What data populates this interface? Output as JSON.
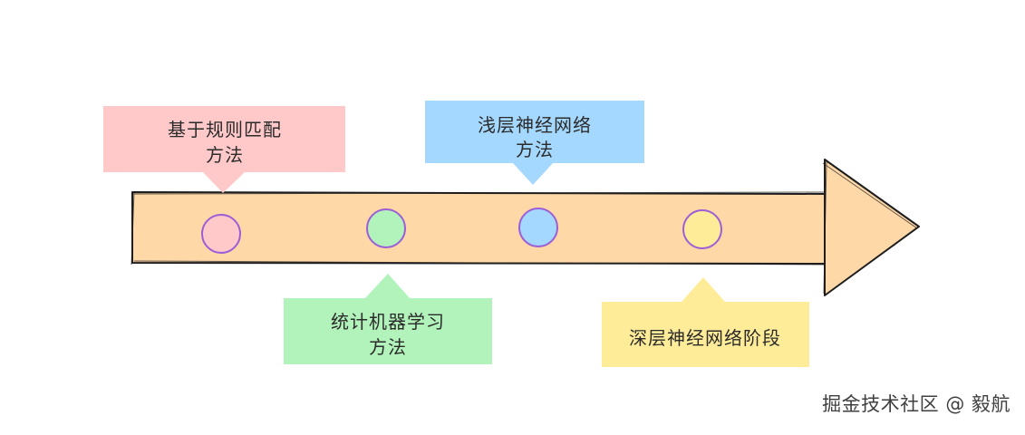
{
  "colors": {
    "arrow_fill": "#ffd8a8",
    "outline": "#1e1e1e",
    "node_border": "#9c5ed6",
    "pink": "#ffc9c9",
    "green": "#b2f2bb",
    "blue": "#a5d8ff",
    "yellow": "#ffec99"
  },
  "stages": [
    {
      "lines": [
        "基于规则匹配",
        "方法"
      ],
      "color": "#ffc9c9"
    },
    {
      "lines": [
        "统计机器学习",
        "方法"
      ],
      "color": "#b2f2bb"
    },
    {
      "lines": [
        "浅层神经网络",
        "方法"
      ],
      "color": "#a5d8ff"
    },
    {
      "lines": [
        "深层神经网络阶段"
      ],
      "color": "#ffec99"
    }
  ],
  "watermark": "掘金技术社区 @ 毅航"
}
